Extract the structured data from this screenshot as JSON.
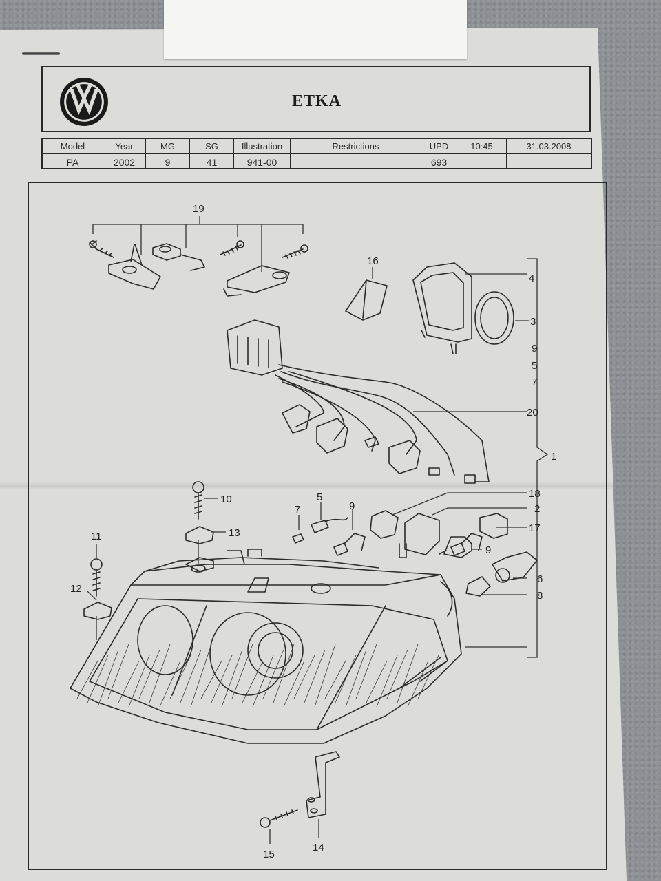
{
  "header": {
    "brand_logo": "vw-logo-icon",
    "title": "ETKA"
  },
  "info_table": {
    "columns": [
      {
        "header": "Model",
        "value": "PA"
      },
      {
        "header": "Year",
        "value": "2002"
      },
      {
        "header": "MG",
        "value": "9"
      },
      {
        "header": "SG",
        "value": "41"
      },
      {
        "header": "Illustration",
        "value": "941-00"
      },
      {
        "header": "Restrictions",
        "value": ""
      },
      {
        "header": "UPD",
        "value": "693"
      },
      {
        "header": "10:45",
        "value": ""
      },
      {
        "header": "31.03.2008",
        "value": ""
      }
    ]
  },
  "diagram": {
    "callouts": [
      "19",
      "16",
      "4",
      "3",
      "9",
      "5",
      "7",
      "20",
      "1",
      "18",
      "2",
      "17",
      "10",
      "13",
      "11",
      "12",
      "6",
      "8",
      "14",
      "15",
      "9",
      "5",
      "7",
      "9"
    ]
  }
}
